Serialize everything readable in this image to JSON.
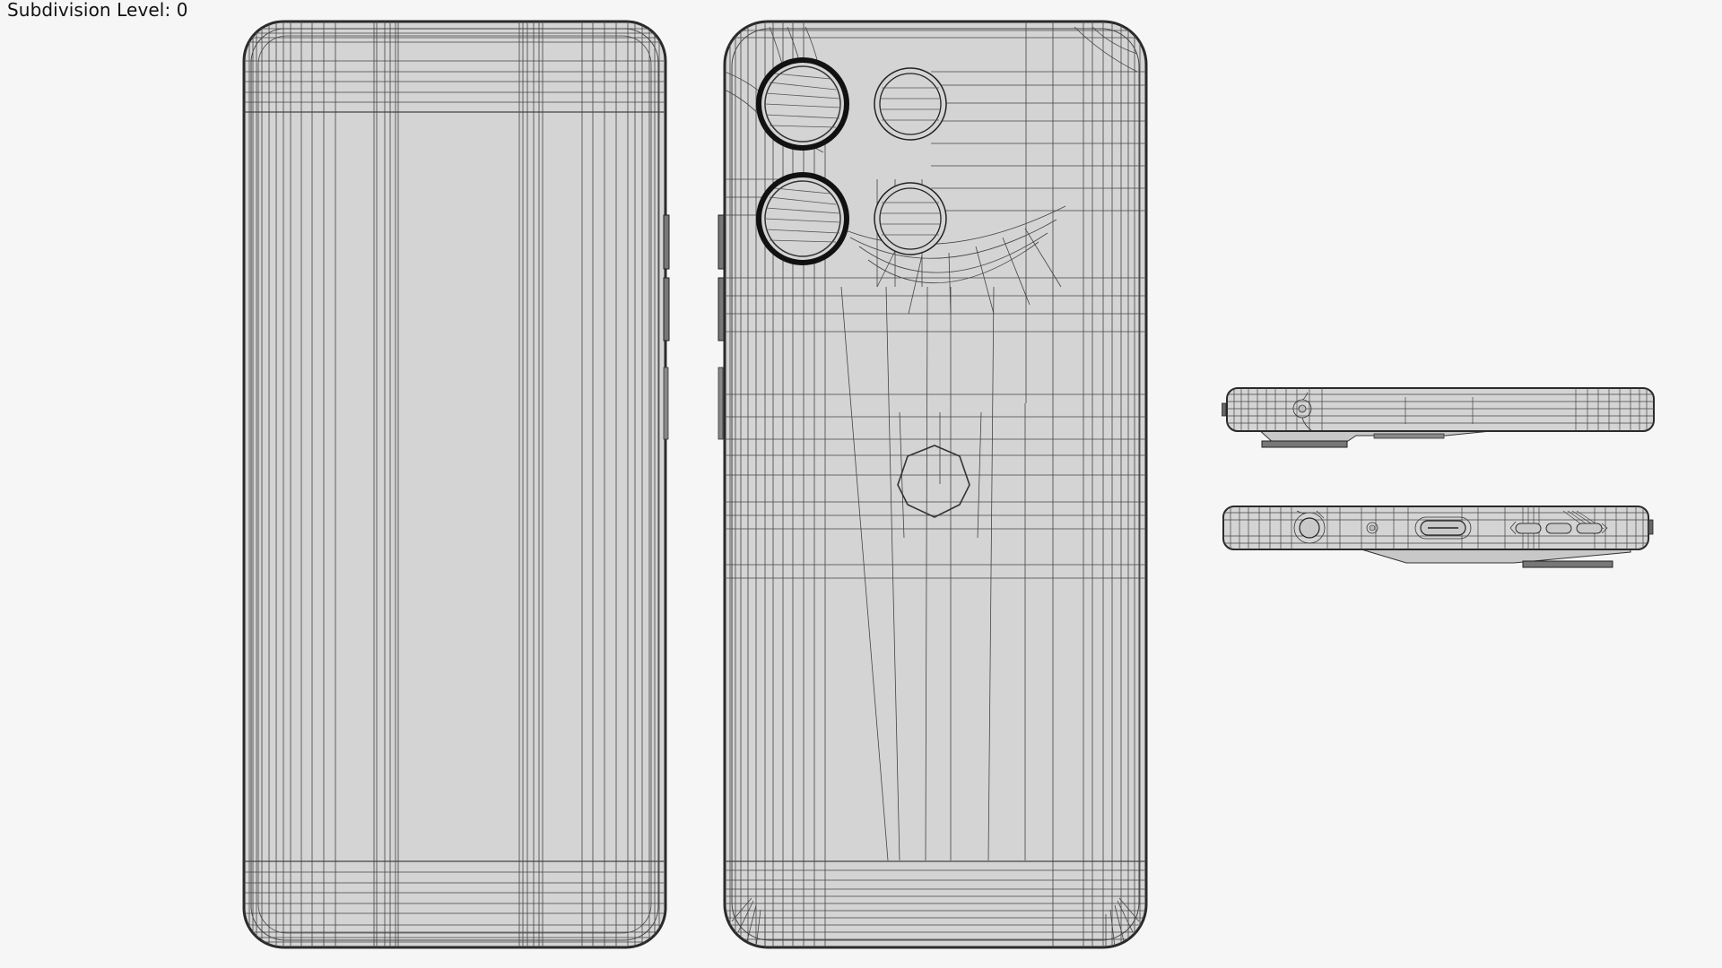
{
  "viewport": {
    "overlay_label": "Subdivision Level: 0",
    "background_color": "#f6f6f6",
    "mesh_fill_color": "#d4d4d4",
    "wire_color": "#3a3a3a"
  },
  "views": [
    {
      "name": "front-view",
      "description": "Phone front (screen side) wireframe"
    },
    {
      "name": "back-view",
      "description": "Phone back wireframe with 4 camera rings and octagon logo"
    },
    {
      "name": "top-edge-view",
      "description": "Phone top edge wireframe with microphone hole"
    },
    {
      "name": "bottom-edge-view",
      "description": "Phone bottom edge wireframe with SIM tray, mic, USB-C port, speaker grille"
    }
  ],
  "back_view": {
    "camera_lenses": [
      {
        "id": "lens-1",
        "style": "bold"
      },
      {
        "id": "lens-2",
        "style": "thin"
      },
      {
        "id": "lens-3",
        "style": "bold"
      },
      {
        "id": "lens-4",
        "style": "thin"
      }
    ],
    "logo_shape": "octagon"
  },
  "bottom_view": {
    "ports": [
      "sim-tray",
      "microphone",
      "usb-c-port",
      "speaker-grille"
    ]
  }
}
